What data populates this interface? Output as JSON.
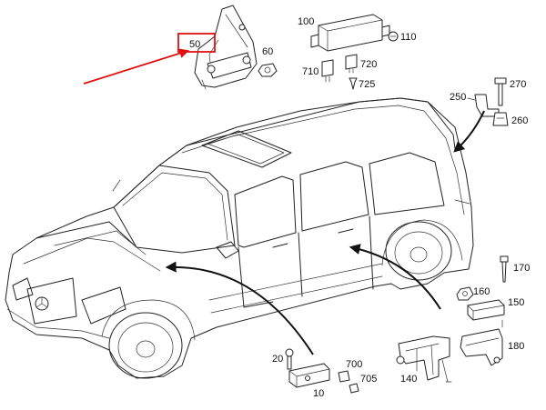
{
  "colors": {
    "line": "#222222",
    "highlight": "#e01010",
    "flow_arrow": "#111111",
    "background": "#ffffff"
  },
  "labels": {
    "p10": "10",
    "p20": "20",
    "p50": "50",
    "p60": "60",
    "p100": "100",
    "p110": "110",
    "p140": "140",
    "p150": "150",
    "p160": "160",
    "p170": "170",
    "p180": "180",
    "p250": "250",
    "p260": "260",
    "p270": "270",
    "p700": "700",
    "p705": "705",
    "p710": "710",
    "p720": "720",
    "p725": "725"
  }
}
